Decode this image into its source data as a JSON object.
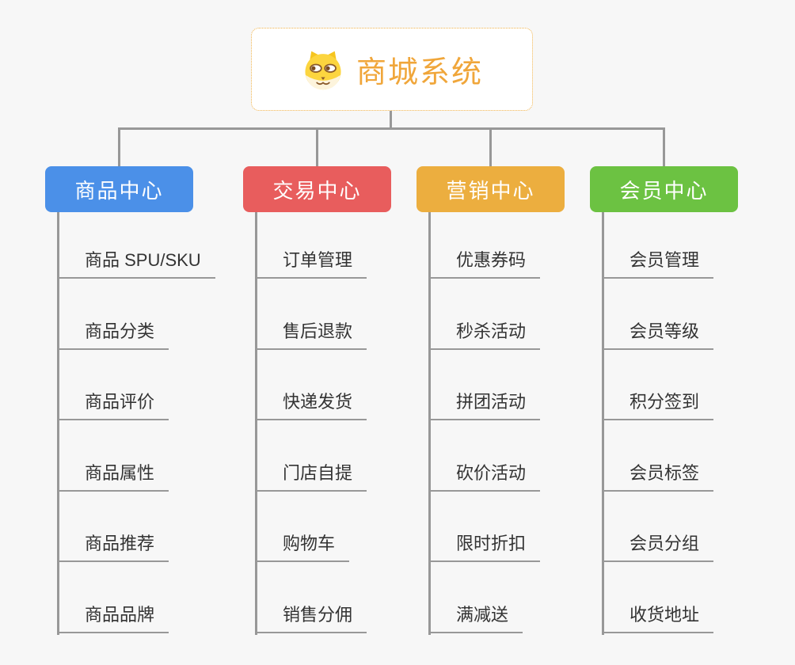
{
  "root": {
    "title": "商城系统",
    "icon": "dog-face-icon",
    "accent_color": "#f0a63a",
    "border_color": "#f0b24a"
  },
  "connector_color": "#989898",
  "branches": [
    {
      "label": "商品中心",
      "color": "#4b90e8",
      "items": [
        "商品 SPU/SKU",
        "商品分类",
        "商品评价",
        "商品属性",
        "商品推荐",
        "商品品牌"
      ]
    },
    {
      "label": "交易中心",
      "color": "#e85d5d",
      "items": [
        "订单管理",
        "售后退款",
        "快递发货",
        "门店自提",
        "购物车",
        "销售分佣"
      ]
    },
    {
      "label": "营销中心",
      "color": "#ecae3f",
      "items": [
        "优惠券码",
        "秒杀活动",
        "拼团活动",
        "砍价活动",
        "限时折扣",
        "满减送"
      ]
    },
    {
      "label": "会员中心",
      "color": "#6cc242",
      "items": [
        "会员管理",
        "会员等级",
        "积分签到",
        "会员标签",
        "会员分组",
        "收货地址"
      ]
    }
  ]
}
